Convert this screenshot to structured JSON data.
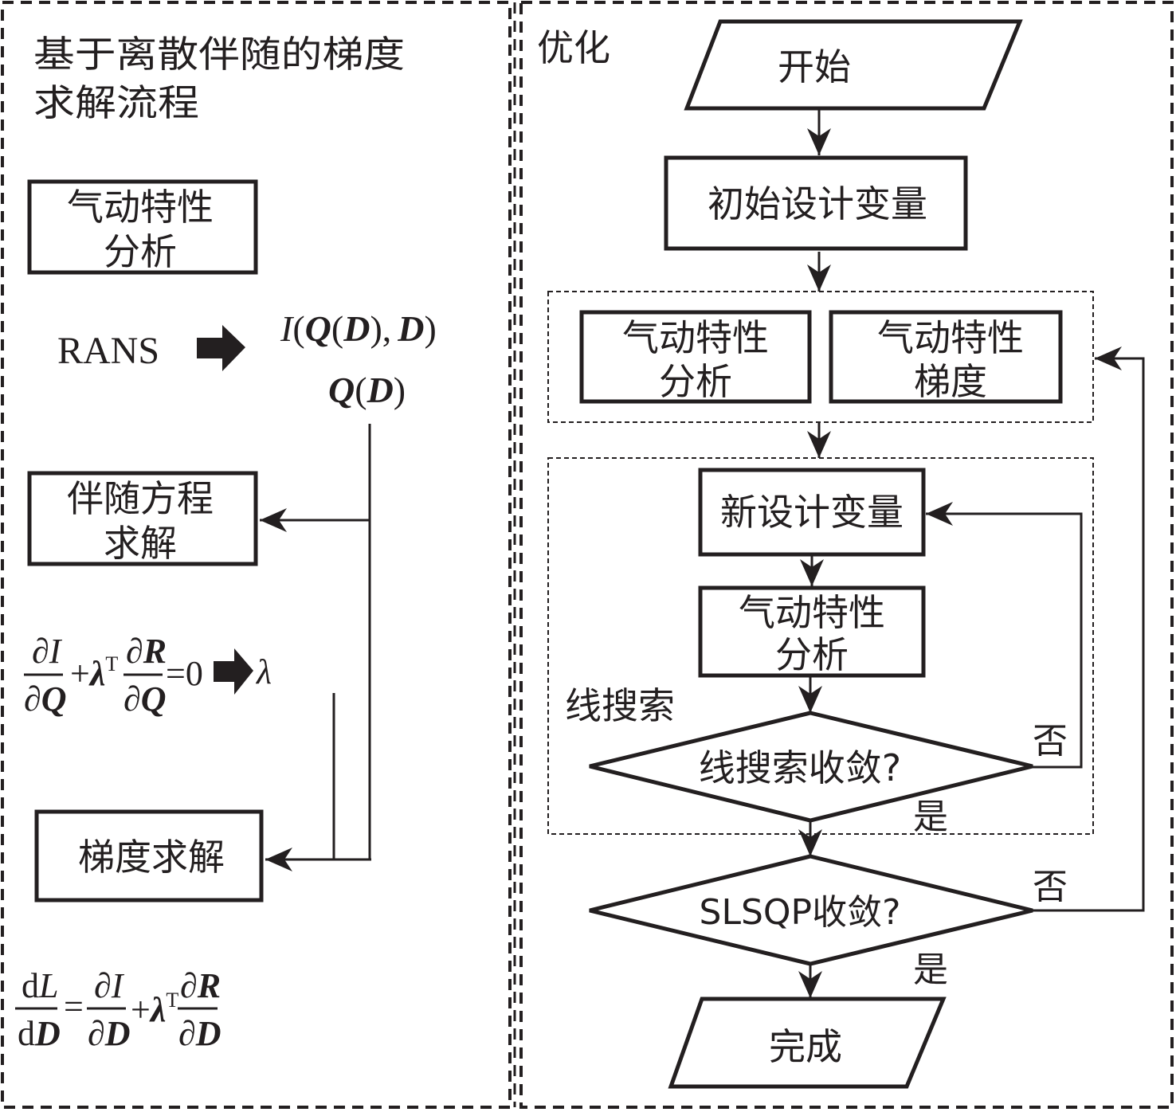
{
  "left_panel": {
    "title_line1": "基于离散伴随的梯度",
    "title_line2": "求解流程",
    "box_aero_analysis": {
      "line1": "气动特性",
      "line2": "分析"
    },
    "rans_label": "RANS",
    "rans_output_1": {
      "I": "I",
      "open": "(",
      "Q": "Q",
      "open2": "(",
      "D": "D",
      "close": "),",
      "D2": "D",
      "close2": ")"
    },
    "rans_output_2": {
      "Q": "Q",
      "open": "(",
      "D": "D",
      "close": ")"
    },
    "box_adjoint": {
      "line1": "伴随方程",
      "line2": "求解"
    },
    "adjoint_equation": {
      "num1_d": "∂",
      "num1_v": "I",
      "den1_d": "∂",
      "den1_v": "Q",
      "plus": "+",
      "lambda": "λ",
      "transpose": "T",
      "num2_d": "∂",
      "num2_v": "R",
      "den2_d": "∂",
      "den2_v": "Q",
      "equals_zero": "=0",
      "result": "λ"
    },
    "box_gradient": {
      "label": "梯度求解"
    },
    "gradient_equation": {
      "num1_d": "d",
      "num1_v": "L",
      "den1_d": "d",
      "den1_v": "D",
      "equals": "=",
      "num2_d": "∂",
      "num2_v": "I",
      "den2_d": "∂",
      "den2_v": "D",
      "plus": "+",
      "lambda": "λ",
      "transpose": "T",
      "num3_d": "∂",
      "num3_v": "R",
      "den3_d": "∂",
      "den3_v": "D"
    }
  },
  "right_panel": {
    "title": "优化",
    "start": "开始",
    "initial_vars": "初始设计变量",
    "aero_analysis": {
      "line1": "气动特性",
      "line2": "分析"
    },
    "aero_gradient": {
      "line1": "气动特性",
      "line2": "梯度"
    },
    "new_vars": "新设计变量",
    "inner_aero_analysis": {
      "line1": "气动特性",
      "line2": "分析"
    },
    "line_search_label": "线搜索",
    "line_search_decision": "线搜索收敛?",
    "line_search_no": "否",
    "line_search_yes": "是",
    "slsqp_decision": "SLSQP收敛?",
    "slsqp_no": "否",
    "slsqp_yes": "是",
    "finish": "完成"
  }
}
